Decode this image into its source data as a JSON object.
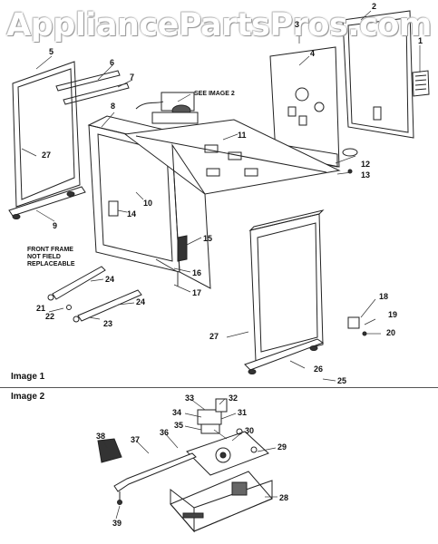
{
  "watermark": "AppliancePartsPros.com",
  "sections": {
    "image1": "Image 1",
    "image2": "Image 2"
  },
  "notes": {
    "see_image_2": "SEE IMAGE 2",
    "front_frame": "FRONT FRAME\nNOT FIELD\nREPLACEABLE"
  },
  "callouts": [
    "1",
    "2",
    "3",
    "4",
    "5",
    "6",
    "7",
    "8",
    "9",
    "10",
    "11",
    "12",
    "13",
    "14",
    "15",
    "16",
    "17",
    "18",
    "19",
    "20",
    "21",
    "22",
    "23",
    "24",
    "24",
    "25",
    "26",
    "27",
    "27",
    "28",
    "29",
    "30",
    "31",
    "32",
    "33",
    "34",
    "35",
    "36",
    "37",
    "38",
    "39"
  ]
}
